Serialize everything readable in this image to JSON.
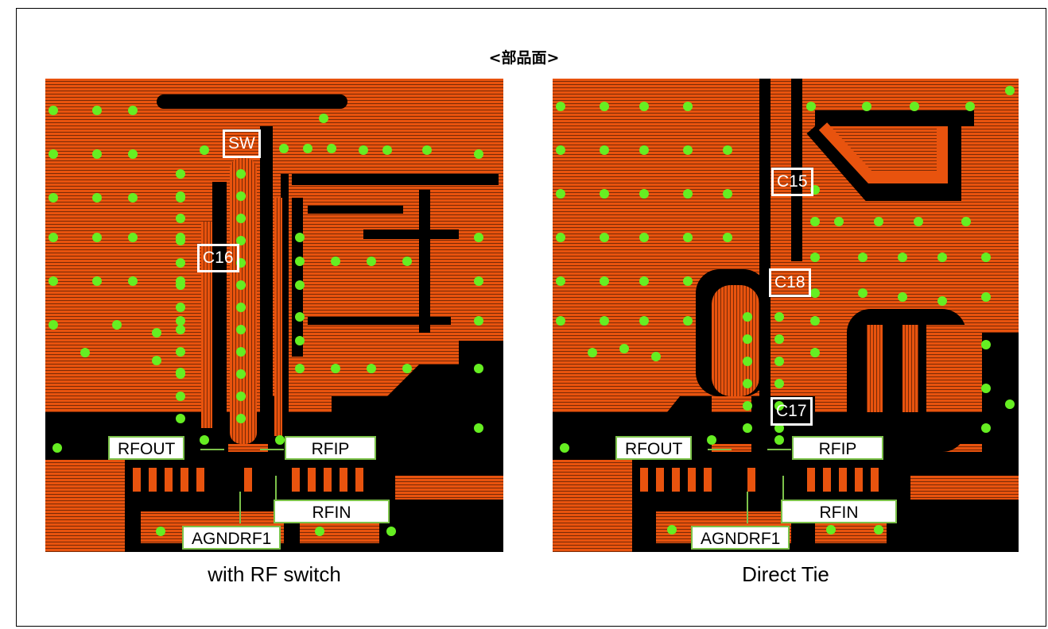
{
  "title": "<部品面>",
  "left": {
    "caption": "with RF switch",
    "parts": {
      "sw": "SW",
      "c16": "C16"
    },
    "pins": {
      "rfout": "RFOUT",
      "rfip": "RFIP",
      "rfin": "RFIN",
      "agnd": "AGNDRF1"
    }
  },
  "right": {
    "caption": "Direct Tie",
    "parts": {
      "c15": "C15",
      "c18": "C18",
      "c17": "C17"
    },
    "pins": {
      "rfout": "RFOUT",
      "rfip": "RFIP",
      "rfin": "RFIN",
      "agnd": "AGNDRF1"
    }
  },
  "colors": {
    "copper": "#e8530e",
    "via": "#66ee22",
    "background": "#000000",
    "label_border": "#7cc24a"
  }
}
